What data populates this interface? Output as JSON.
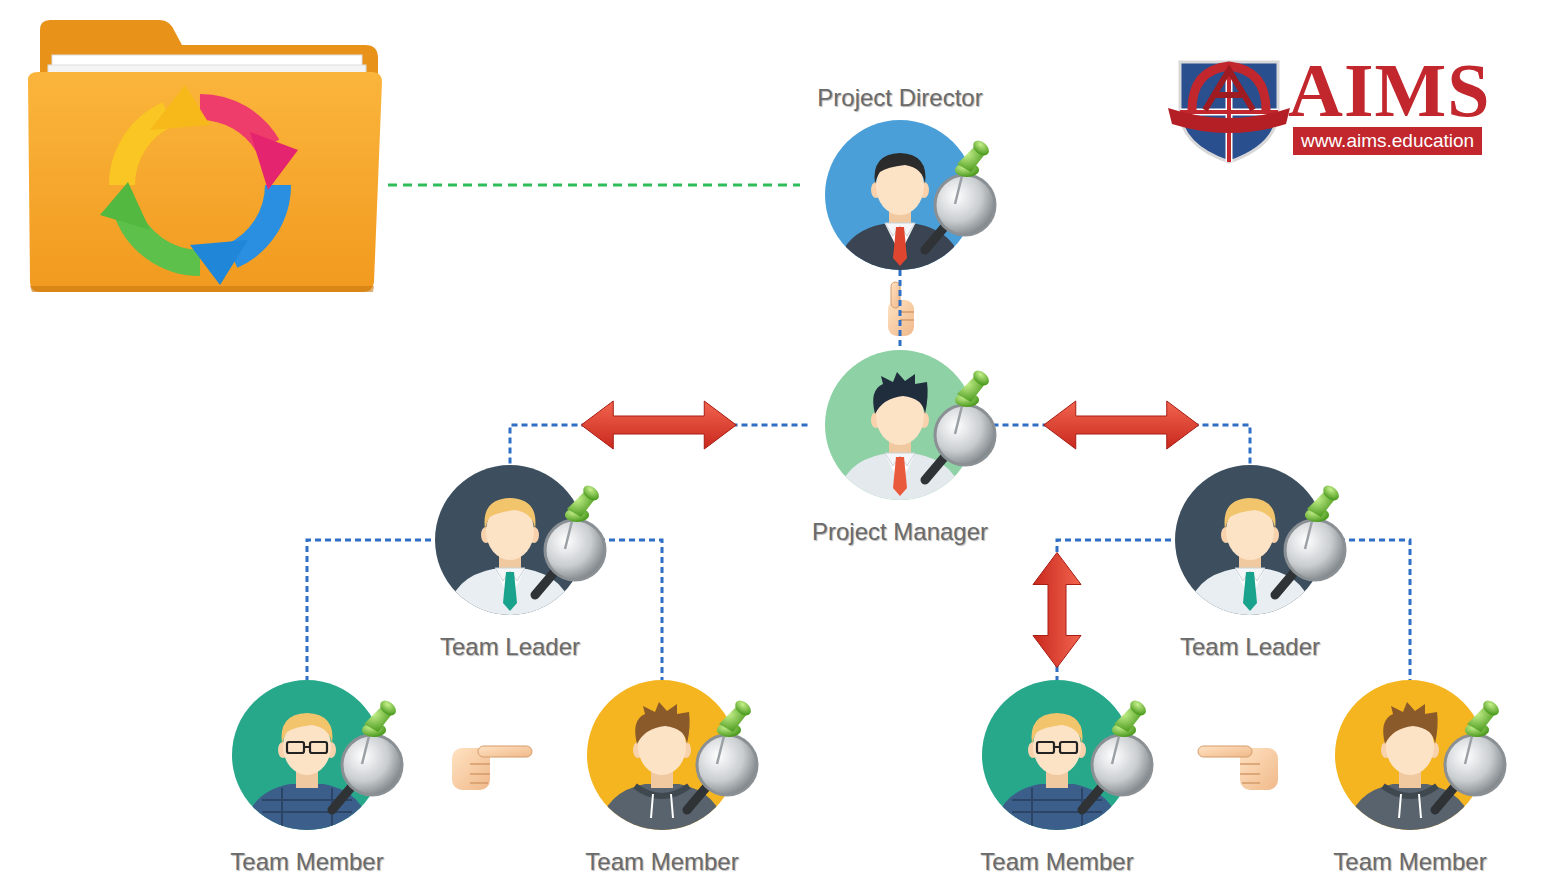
{
  "diagram": {
    "nodes": [
      {
        "text": [
          "Project Director"
        ]
      },
      {
        "text": [
          "Project Manager"
        ]
      },
      {
        "text": [
          "Team Leader"
        ]
      },
      {
        "text": [
          "Team Leader"
        ]
      },
      {
        "text": [
          "Team Member"
        ]
      },
      {
        "text": [
          "Team Member"
        ]
      },
      {
        "text": [
          "Team Member"
        ]
      },
      {
        "text": [
          "Team Member"
        ]
      }
    ],
    "edges": [
      {
        "from": 0,
        "to": 1,
        "arrow": "none"
      },
      {
        "from": 1,
        "to": 2,
        "arrow": "both"
      },
      {
        "from": 1,
        "to": 3,
        "arrow": "both"
      },
      {
        "from": 2,
        "to": 4,
        "arrow": "none"
      },
      {
        "from": 2,
        "to": 5,
        "arrow": "none"
      },
      {
        "from": 3,
        "to": 6,
        "arrow": "both"
      },
      {
        "from": 3,
        "to": 7,
        "arrow": "none"
      }
    ],
    "labels": [
      "AIMS",
      "www.aims.education"
    ]
  }
}
